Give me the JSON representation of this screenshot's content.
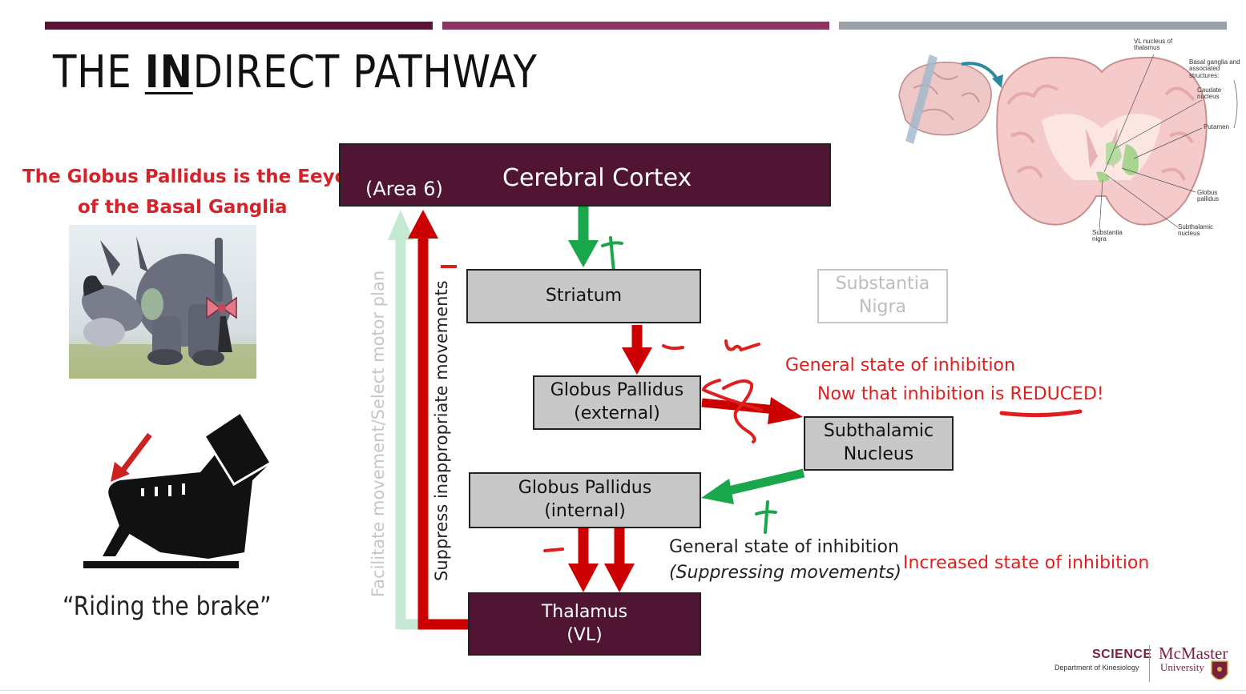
{
  "header": {
    "title_prefix": "THE ",
    "title_emphasis": "IN",
    "title_suffix": "DIRECT PATHWAY",
    "bar_colors": [
      "#5a1437",
      "#8e3462",
      "#9aa3ab"
    ]
  },
  "left_panel": {
    "caption_line1": "The Globus Pallidus is the Eeyore",
    "caption_line2": "of the Basal Ganglia",
    "brake_caption": "“Riding the brake”"
  },
  "diagram": {
    "cortex": {
      "label": "Cerebral Cortex",
      "sublabel": "(Area 6)"
    },
    "striatum": {
      "label": "Striatum"
    },
    "substantia_nigra": {
      "line1": "Substantia",
      "line2": "Nigra"
    },
    "gp_external": {
      "line1": "Globus Pallidus",
      "line2": "(external)"
    },
    "subthalamic": {
      "line1": "Subthalamic",
      "line2": "Nucleus"
    },
    "gp_internal": {
      "line1": "Globus Pallidus",
      "line2": "(internal)"
    },
    "thalamus": {
      "line1": "Thalamus",
      "line2": "(VL)"
    },
    "vertical_label_facilitate": "Facilitate movement/Select motor plan",
    "vertical_label_suppress": "Suppress inappropriate movements",
    "annotation_general_inhibition": "General state of inhibition",
    "annotation_reduced": "Now that inhibition is REDUCED!",
    "annotation_gpi_line1": "General state of inhibition",
    "annotation_gpi_line2": "(Suppressing movements)",
    "annotation_increased": "Increased state of inhibition"
  },
  "brain_figure": {
    "labels": {
      "vl": "VL nucleus of thalamus",
      "basal": "Basal ganglia and associated structures:",
      "caudate": "Caudate nucleus",
      "putamen": "Putamen",
      "globus": "Globus pallidus",
      "subthalamic": "Subthalamic nucleus",
      "nigra": "Substantia nigra"
    }
  },
  "footer": {
    "science": "SCIENCE",
    "department": "Department of Kinesiology",
    "university_name": "McMaster",
    "university_word": "University"
  },
  "colors": {
    "dark_box": "#4f1532",
    "red": "#cc0000",
    "green": "#1aa64a",
    "light_green": "#bfe8d2"
  }
}
